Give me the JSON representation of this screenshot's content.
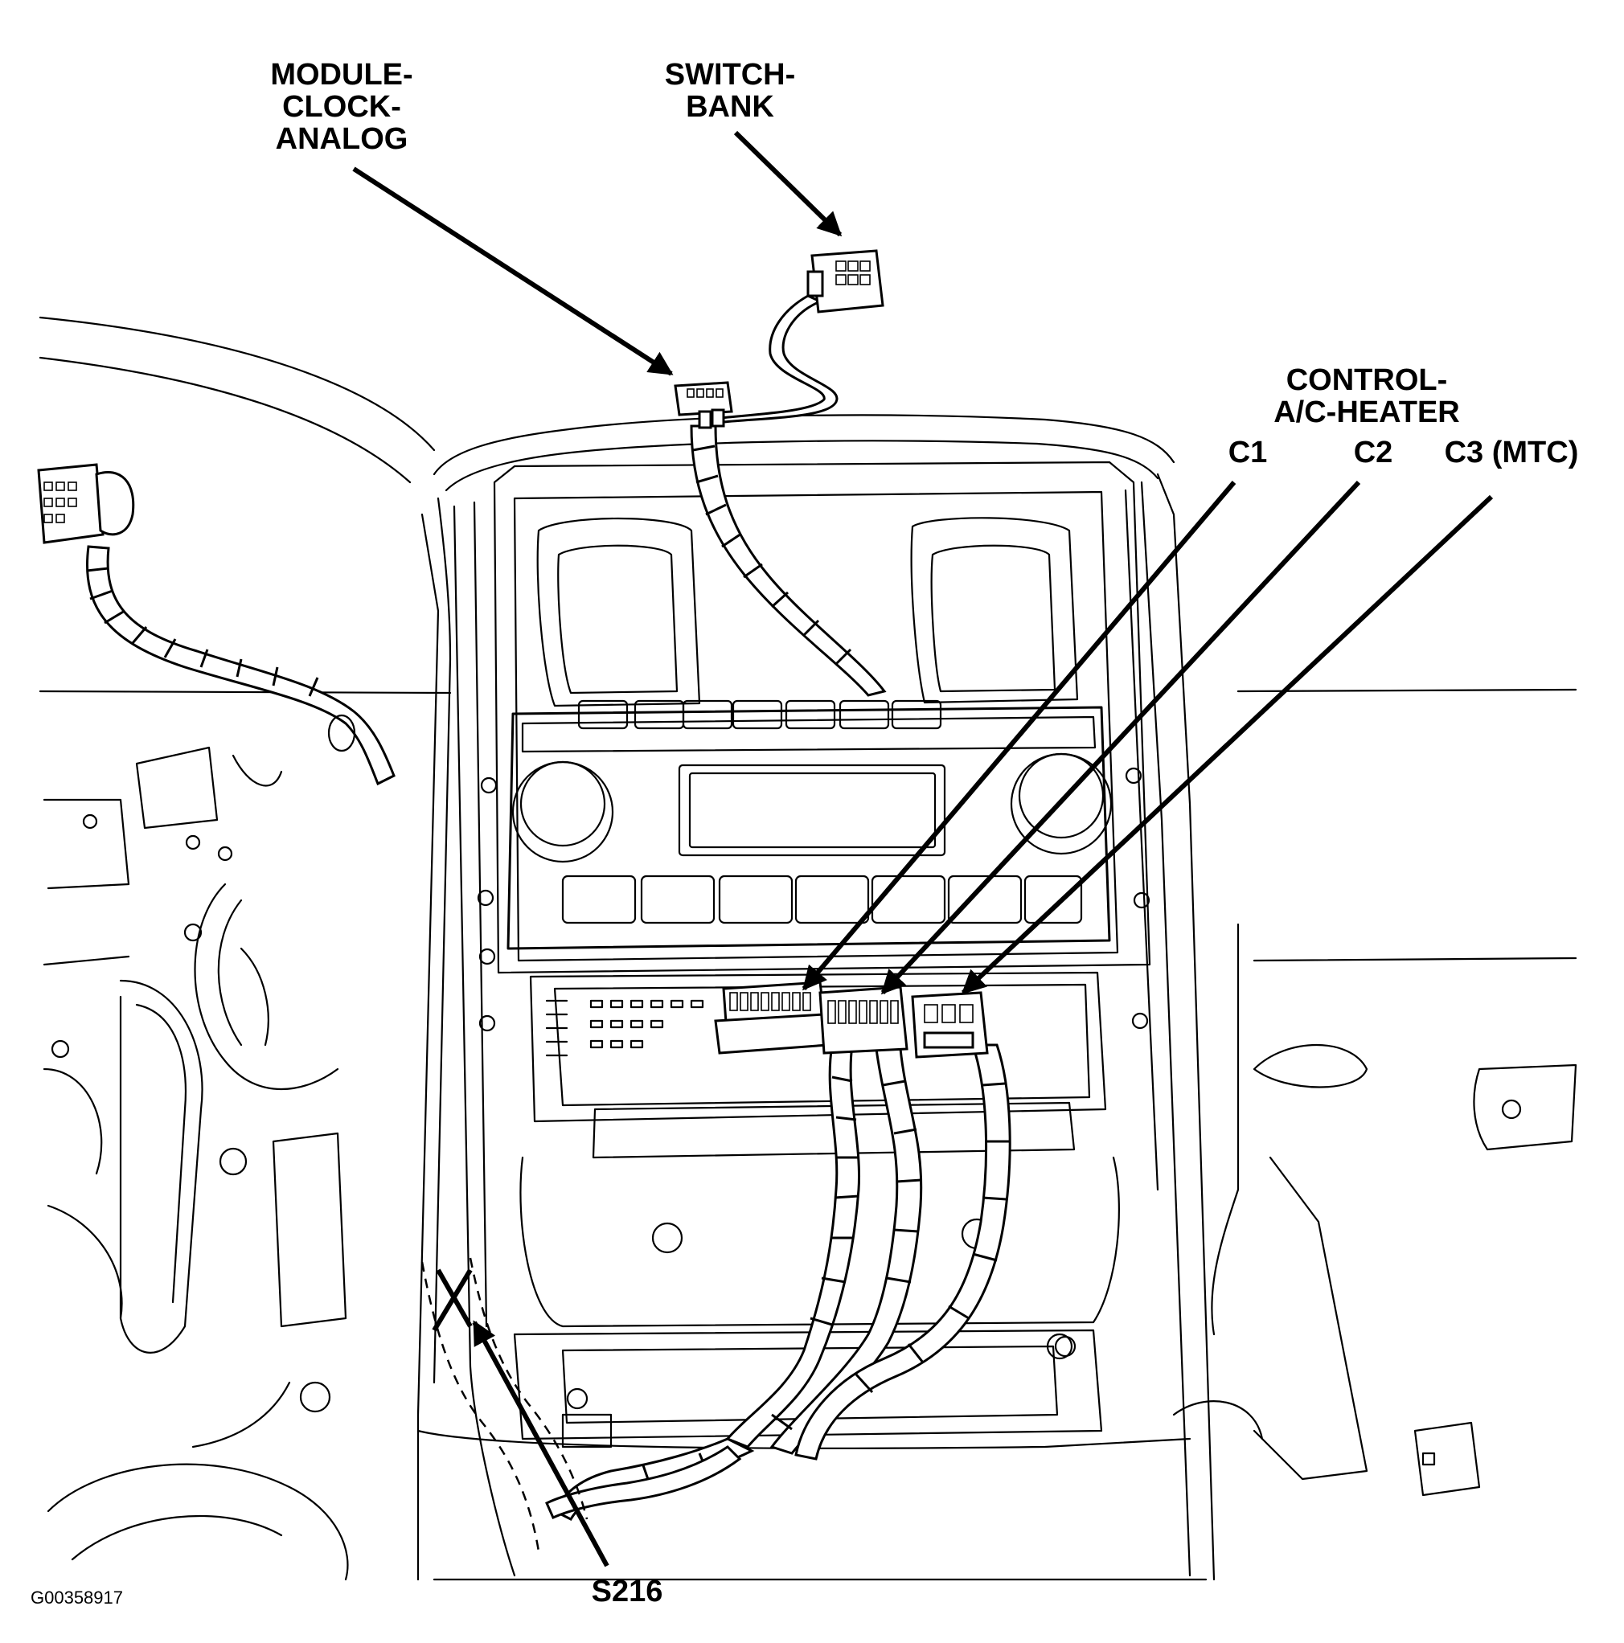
{
  "figure_id": "G00358917",
  "callouts": {
    "module_clock": {
      "lines": [
        "MODULE-",
        "CLOCK-",
        "ANALOG"
      ]
    },
    "switch_bank": {
      "lines": [
        "SWITCH-",
        "BANK"
      ]
    },
    "control_heater": {
      "lines": [
        "CONTROL-",
        "A/C-HEATER"
      ],
      "connectors": [
        "C1",
        "C2",
        "C3 (MTC)"
      ]
    },
    "splice": {
      "label": "S216"
    }
  }
}
